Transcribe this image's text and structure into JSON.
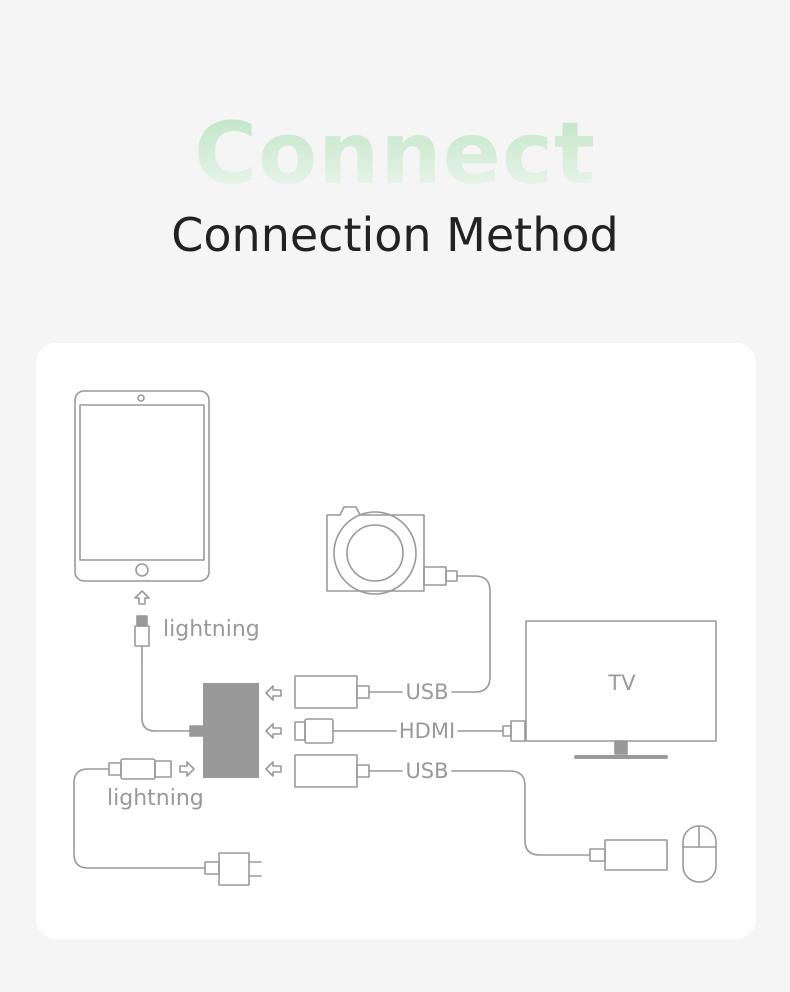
{
  "header": {
    "hero_word": "Connect",
    "title": "Connection Method"
  },
  "diagram": {
    "labels": {
      "lightning_top": "lightning",
      "lightning_bottom": "lightning",
      "usb_top": "USB",
      "hdmi": "HDMI",
      "usb_bottom": "USB",
      "tv": "TV"
    },
    "colors": {
      "background": "#f5f5f5",
      "card": "#ffffff",
      "line": "#999999",
      "hub": "#999999",
      "hero_gradient_top": "#bde3c2",
      "title": "#222222"
    }
  }
}
